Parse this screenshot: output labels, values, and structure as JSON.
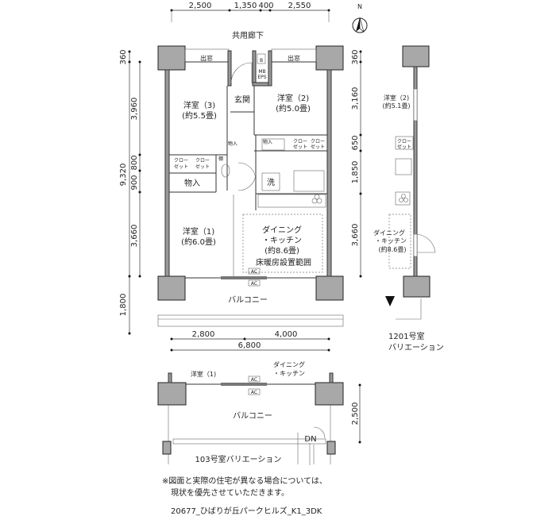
{
  "compass": {
    "label": "N"
  },
  "top_dims": [
    "2,500",
    "1,350",
    "400",
    "2,550"
  ],
  "corridor": "共用廊下",
  "left_dims": {
    "d360": "360",
    "d3960": "3,960",
    "d9320": "9,320",
    "d900": "900",
    "d800": "800",
    "d3660": "3,660",
    "d1800": "1,800"
  },
  "right_dims": {
    "d360": "360",
    "d3160": "3,160",
    "d650": "650",
    "d1850": "1,850",
    "d3660": "3,660"
  },
  "rooms": {
    "bay_window_left": "出窓",
    "bay_window_right": "出窓",
    "mb": "MB",
    "b": "B",
    "eps": "EPS",
    "entrance": "玄関",
    "room3": "洋室（3)",
    "room3_size": "(約5.5畳)",
    "room2": "洋室（2)",
    "room2_size": "(約5.0畳)",
    "closet1": "クロー",
    "closet1b": "ゼット",
    "closet2": "クロー",
    "closet2b": "ゼット",
    "closet3": "クロー",
    "closet3b": "ゼット",
    "closet4": "クロー",
    "closet4b": "ゼット",
    "shelf": "棚",
    "storage1": "物入",
    "storage_small": "物入",
    "storage_hall": "物入",
    "laundry": "洗",
    "room1": "洋室（1)",
    "room1_size": "(約6.0畳)",
    "dk1": "ダイニング",
    "dk2": "・キッチン",
    "dk_size": "(約8.6畳)",
    "floor_heating": "床暖房設置範囲",
    "ac1": "AC",
    "ac2": "AC",
    "balcony": "バルコニー"
  },
  "bottom_dims": {
    "d2800": "2,800",
    "d4000": "4,000",
    "d6800": "6,800"
  },
  "variation_1201": {
    "room2": "洋室（2)",
    "room2_size": "(約5.1畳)",
    "closet": "クロー",
    "closetb": "ゼット",
    "dk1": "ダイニング",
    "dk2": "・キッチン",
    "dk_size": "(約8.6畳)",
    "caption1": "1201号室",
    "caption2": "バリエーション"
  },
  "variation_103": {
    "room1": "洋室（1)",
    "dk1": "ダイニング",
    "dk2": "・キッチン",
    "ac1": "AC",
    "ac2": "AC",
    "balcony": "バルコニー",
    "dim": "2,500",
    "dn": "DN",
    "caption": "103号室バリエーション"
  },
  "notes": [
    "※図面と実際の住宅が異なる場合については、",
    "現状を優先させていただきます。"
  ],
  "footer": "20677_ひばりが丘パークヒルズ_K1_3DK"
}
